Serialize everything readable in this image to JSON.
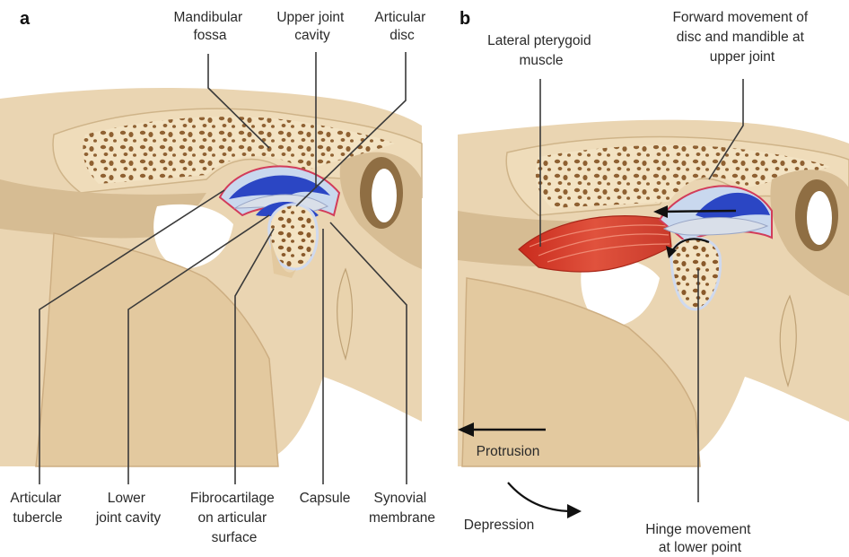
{
  "panels": {
    "a": {
      "letter": "a",
      "labels": {
        "mandibular_fossa": [
          "Mandibular",
          "fossa"
        ],
        "upper_joint_cavity": [
          "Upper joint",
          "cavity"
        ],
        "articular_disc": [
          "Articular",
          "disc"
        ],
        "articular_tubercle": [
          "Articular",
          "tubercle"
        ],
        "lower_joint_cavity": [
          "Lower",
          "joint cavity"
        ],
        "fibrocartilage": [
          "Fibrocartilage",
          "on articular",
          "surface"
        ],
        "capsule": [
          "Capsule"
        ],
        "synovial_membrane": [
          "Synovial",
          "membrane"
        ]
      }
    },
    "b": {
      "letter": "b",
      "labels": {
        "lateral_pterygoid": [
          "Lateral pterygoid",
          "muscle"
        ],
        "forward_movement": [
          "Forward movement of",
          "disc and mandible at",
          "upper joint"
        ],
        "protrusion": [
          "Protrusion"
        ],
        "depression": [
          "Depression"
        ],
        "hinge_movement": [
          "Hinge movement",
          "at lower point"
        ]
      }
    }
  },
  "colors": {
    "bone": "#e9d3ad",
    "bone_dark": "#d9bd8f",
    "trabecula": "#8a5a2b",
    "cavity_blue": "#2b46c4",
    "membrane": "#c9d8ee",
    "capsule_red": "#d23c5a",
    "muscle": "#d8402e"
  }
}
